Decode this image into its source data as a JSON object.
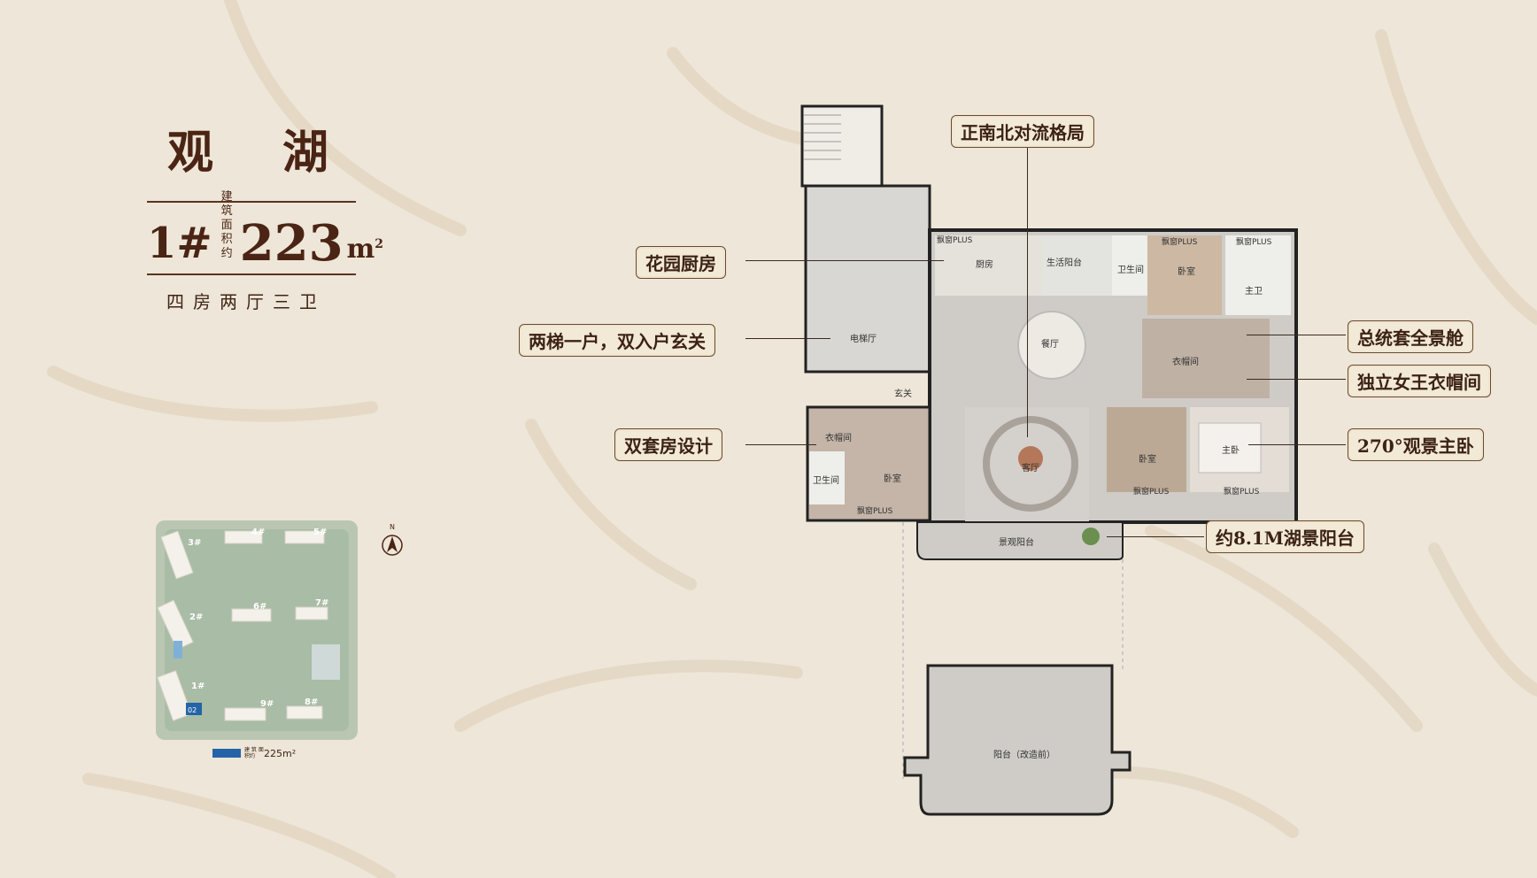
{
  "header": {
    "title": "观 湖"
  },
  "unit": {
    "building": "1#",
    "area_caption_line1": "建 筑",
    "area_caption_line2": "面积约",
    "area_value": "223",
    "area_unit": "m",
    "area_unit_sup": "2",
    "layout": "四房两厅三卫"
  },
  "siteplan": {
    "buildings": [
      "3#",
      "4#",
      "5#",
      "6#",
      "2#",
      "7#",
      "1#",
      "9#",
      "8#"
    ],
    "unit_marker": "02",
    "legend_caption": "建 筑 面积约",
    "legend_value": "225m²",
    "north": "N"
  },
  "rooms": {
    "kitchen": "厨房",
    "bay1": "飘窗PLUS",
    "utility_balcony": "生活阳台",
    "bath1": "卫生间",
    "bedroom1": "卧室",
    "bay2": "飘窗PLUS",
    "bay3": "飘窗PLUS",
    "master_bath": "主卫",
    "elevator_hall": "电梯厅",
    "dining": "餐厅",
    "wardrobe_main": "衣帽间",
    "foyer": "玄关",
    "wardrobe2": "衣帽间",
    "bath2": "卫生间",
    "bedroom2": "卧室",
    "bay4": "飘窗PLUS",
    "living": "客厅",
    "bedroom3": "卧室",
    "master": "主卧",
    "bay5": "飘窗PLUS",
    "bay6": "飘窗PLUS",
    "view_balcony": "景观阳台",
    "balcony_before": "阳台（改造前）"
  },
  "callouts": {
    "north_south": "正南北对流格局",
    "garden_kitchen": "花园厨房",
    "two_lifts": "两梯一户，双入户玄关",
    "double_suite": "双套房设计",
    "suite_cabin": "总统套全景舱",
    "queen_wardrobe": "独立女王衣帽间",
    "master_view": "270°观景主卧",
    "lake_balcony": "约8.1M湖景阳台"
  },
  "colors": {
    "brand_brown": "#4a2414",
    "background": "#eee6d8",
    "marker_blue": "#2463a8"
  }
}
